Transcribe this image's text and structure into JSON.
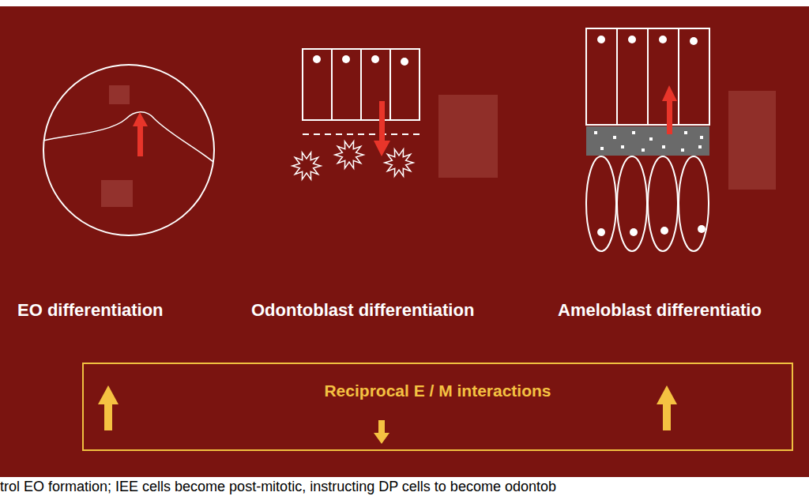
{
  "diagram": {
    "nodes": [
      {
        "text": [
          "Reciprocal E / M interactions"
        ]
      }
    ],
    "labels": [
      "EO differentiation",
      "Odontoblast differentiation",
      "Ameloblast differentiatio",
      "trol EO formation; IEE cells become post-mitotic, instructing DP cells to become odontob"
    ]
  }
}
